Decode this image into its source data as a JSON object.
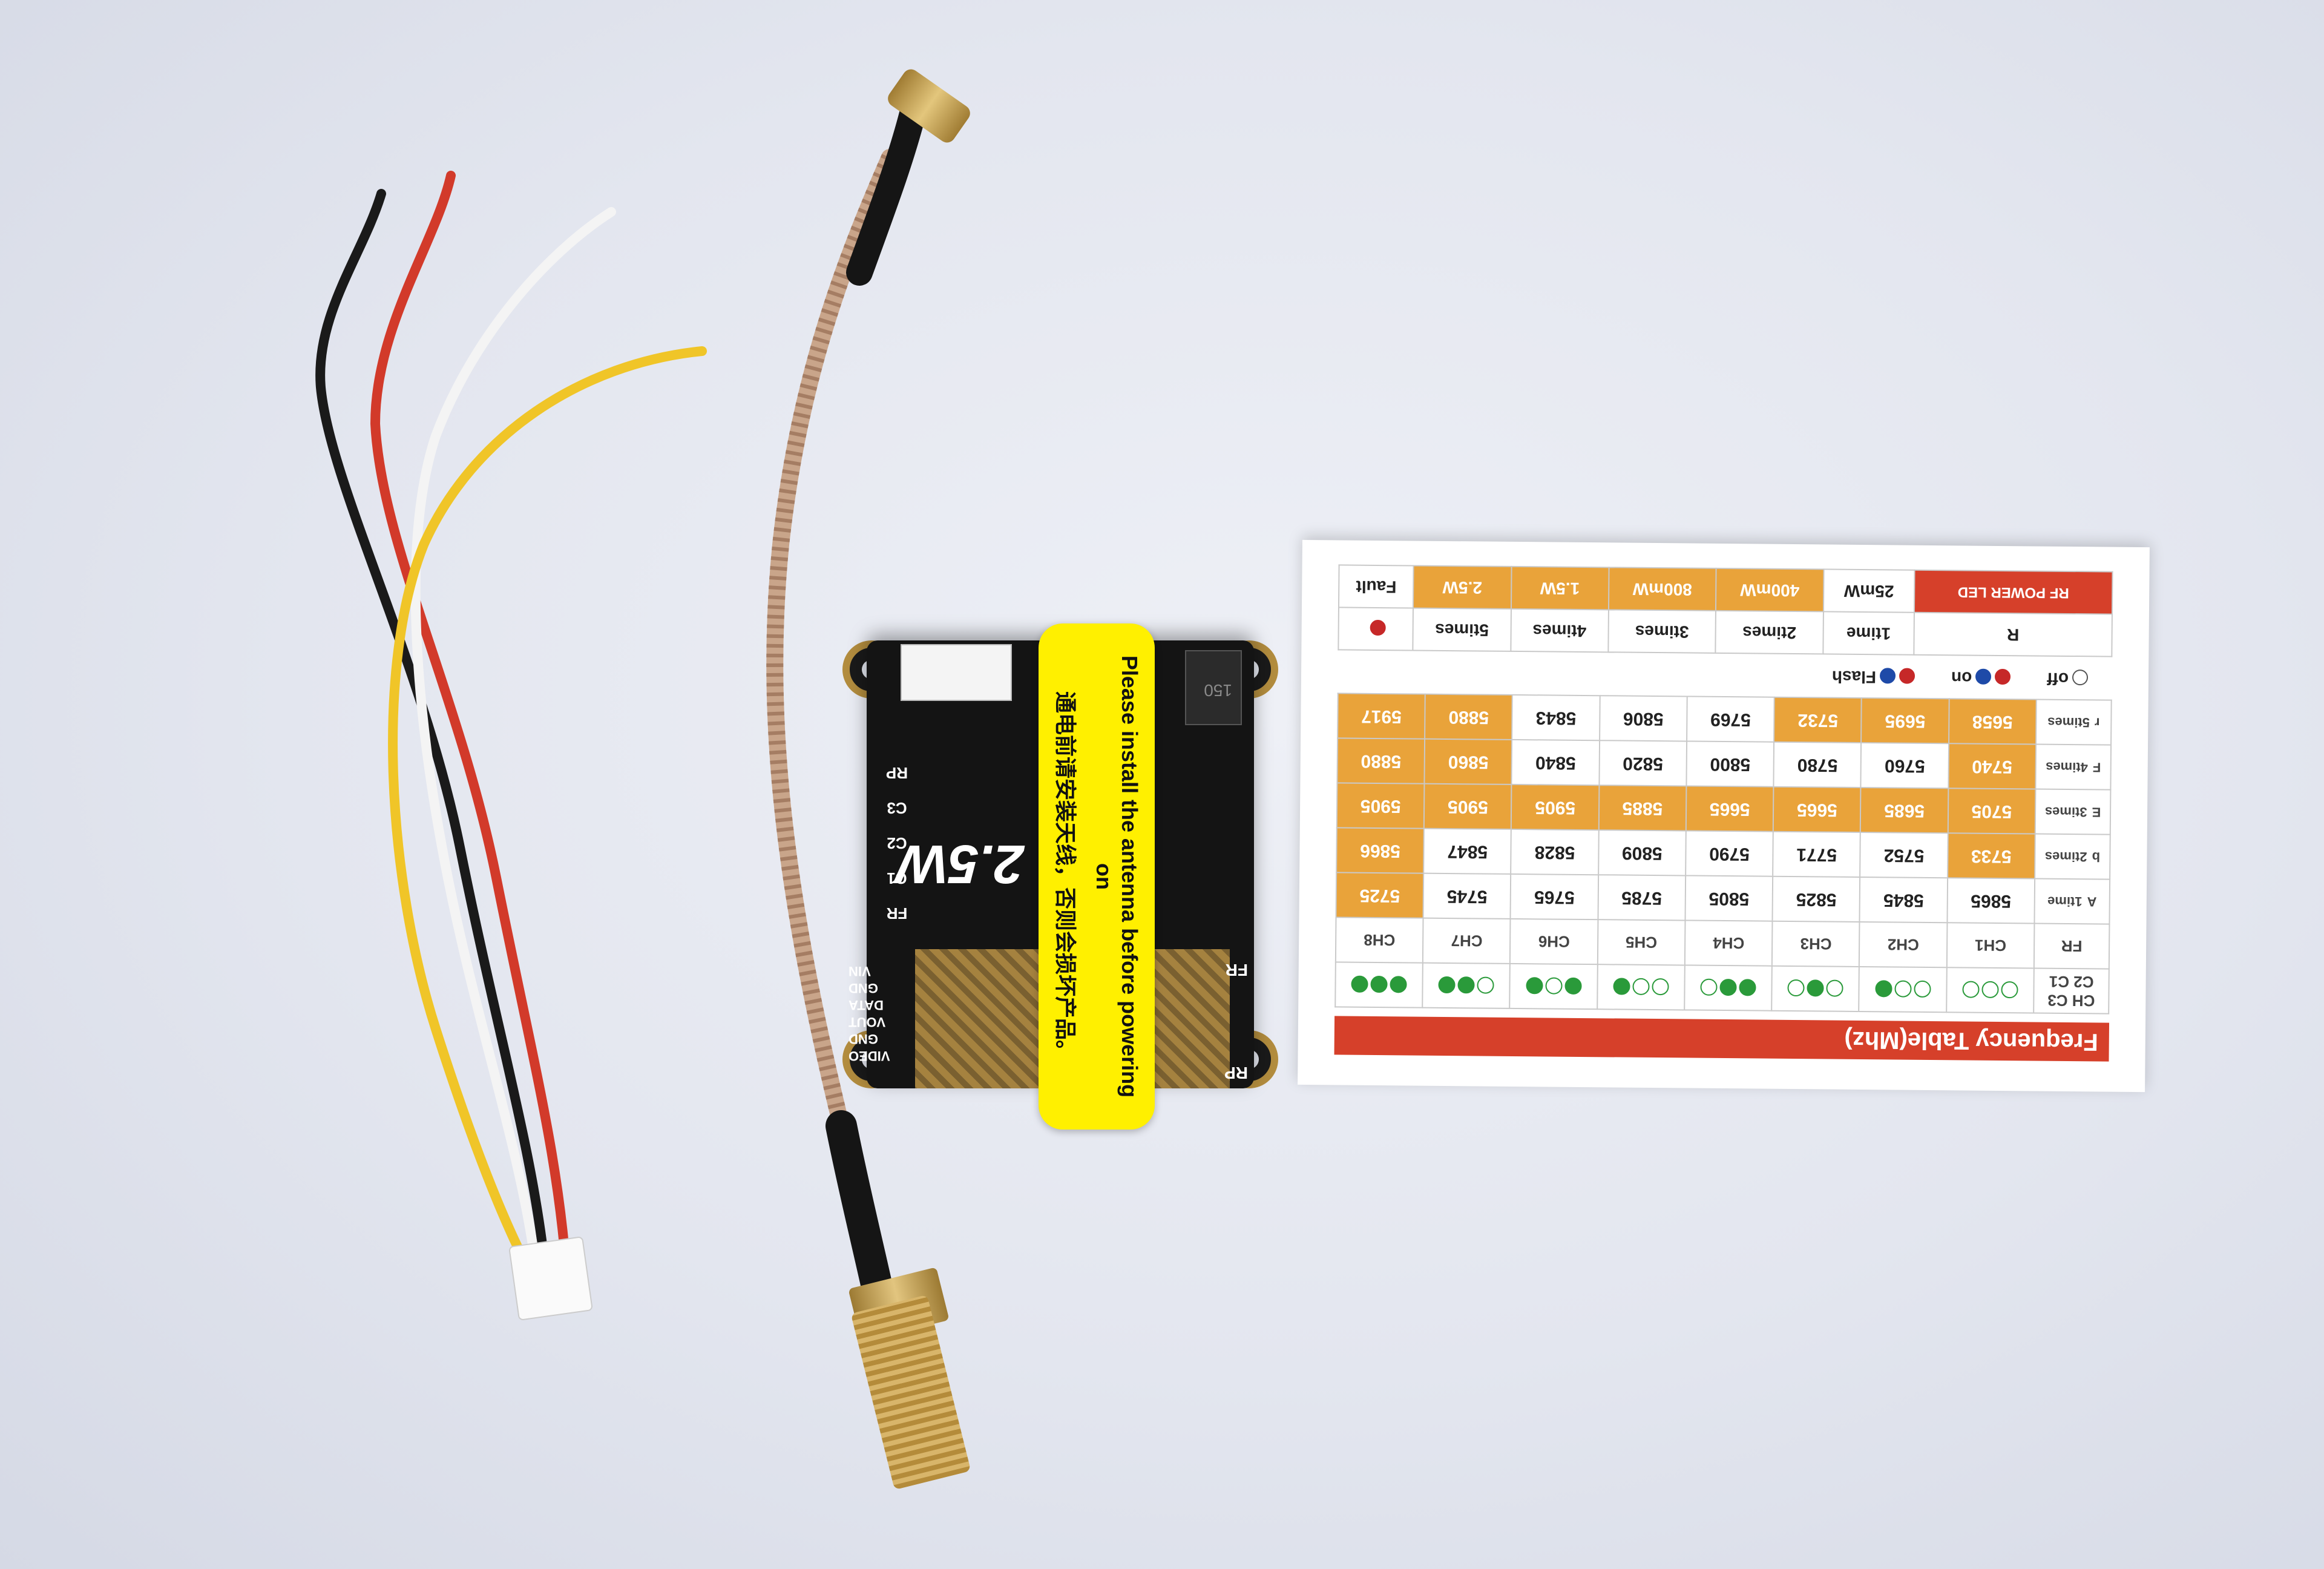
{
  "card": {
    "title": "Frequency Table(Mhz)",
    "corner_top": "CH C3",
    "corner_mid": "C2 C1",
    "corner_bottom": "FR",
    "channels": [
      "CH1",
      "CH2",
      "CH3",
      "CH4",
      "CH5",
      "CH6",
      "CH7",
      "CH8"
    ],
    "channel_dots": [
      [
        false,
        false,
        false
      ],
      [
        false,
        false,
        true
      ],
      [
        false,
        true,
        false
      ],
      [
        true,
        true,
        false
      ],
      [
        false,
        false,
        true
      ],
      [
        true,
        false,
        true
      ],
      [
        false,
        true,
        true
      ],
      [
        true,
        true,
        true
      ]
    ],
    "rows": [
      {
        "label": "A",
        "marker": "1time",
        "values": [
          "5865",
          "5845",
          "5825",
          "5805",
          "5785",
          "5765",
          "5745",
          "5725"
        ],
        "orange": [
          false,
          false,
          false,
          false,
          false,
          false,
          false,
          true
        ]
      },
      {
        "label": "b",
        "marker": "2times",
        "values": [
          "5733",
          "5752",
          "5771",
          "5790",
          "5809",
          "5828",
          "5847",
          "5866"
        ],
        "orange": [
          true,
          false,
          false,
          false,
          false,
          false,
          false,
          true
        ]
      },
      {
        "label": "E",
        "marker": "3times",
        "values": [
          "5705",
          "5685",
          "5665",
          "5665",
          "5885",
          "5905",
          "5905",
          "5905"
        ],
        "orange": [
          true,
          true,
          true,
          true,
          true,
          true,
          true,
          true
        ]
      },
      {
        "label": "F",
        "marker": "4times",
        "values": [
          "5740",
          "5760",
          "5780",
          "5800",
          "5820",
          "5840",
          "5860",
          "5880"
        ],
        "orange": [
          true,
          false,
          false,
          false,
          false,
          false,
          true,
          true
        ]
      },
      {
        "label": "r",
        "marker": "5times",
        "values": [
          "5658",
          "5695",
          "5732",
          "5769",
          "5806",
          "5843",
          "5880",
          "5917"
        ],
        "orange": [
          true,
          true,
          true,
          false,
          false,
          false,
          true,
          true
        ]
      }
    ],
    "legend": {
      "off": "off",
      "on": "on",
      "flash": "Flash"
    },
    "power": {
      "header_label": "R",
      "led_label": "RF POWER LED",
      "markers": [
        "1time",
        "2times",
        "3times",
        "4times",
        "5times"
      ],
      "values": [
        "25mW",
        "400mW",
        "800mW",
        "1.5W",
        "2.5W",
        "Fault"
      ]
    }
  },
  "board": {
    "brand_big": "2.5W",
    "pins": [
      "VIDEO",
      "GND",
      "VOUT",
      "DATA",
      "GND",
      "VIN"
    ],
    "buttons": [
      "FR",
      "C1",
      "C2",
      "C3",
      "RP"
    ],
    "pad_labels": [
      "FR",
      "RP"
    ],
    "component_mark": "150"
  },
  "sticker": {
    "en": "Please install the antenna before powering on",
    "zh": "通电前请安装天线，否则会损坏产品。"
  },
  "colors": {
    "card_red": "#d6402a",
    "card_orange": "#e9a33a",
    "sticker_yellow": "#fff000",
    "pcb_black": "#141414",
    "gold": "#b28c3e",
    "wire_black": "#1a1a1a",
    "wire_red": "#d23a2a",
    "wire_white": "#f4f4f4",
    "wire_yellow": "#f0c528"
  }
}
